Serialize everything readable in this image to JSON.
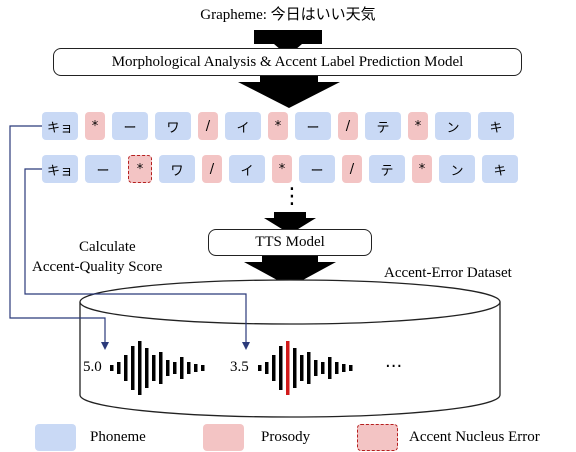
{
  "top": {
    "grapheme_label": "Grapheme: 今日はいい天気"
  },
  "model1": {
    "label": "Morphological Analysis & Accent Label Prediction Model"
  },
  "sequence1": [
    {
      "t": "キョ",
      "k": "phoneme"
    },
    {
      "t": "*",
      "k": "prosody"
    },
    {
      "t": "ー",
      "k": "phoneme"
    },
    {
      "t": "ワ",
      "k": "phoneme"
    },
    {
      "t": "/",
      "k": "prosody"
    },
    {
      "t": "イ",
      "k": "phoneme"
    },
    {
      "t": "*",
      "k": "prosody"
    },
    {
      "t": "ー",
      "k": "phoneme"
    },
    {
      "t": "/",
      "k": "prosody"
    },
    {
      "t": "テ",
      "k": "phoneme"
    },
    {
      "t": "*",
      "k": "prosody"
    },
    {
      "t": "ン",
      "k": "phoneme"
    },
    {
      "t": "キ",
      "k": "phoneme"
    }
  ],
  "sequence2": [
    {
      "t": "キョ",
      "k": "phoneme"
    },
    {
      "t": "ー",
      "k": "phoneme"
    },
    {
      "t": "*",
      "k": "error"
    },
    {
      "t": "ワ",
      "k": "phoneme"
    },
    {
      "t": "/",
      "k": "prosody"
    },
    {
      "t": "イ",
      "k": "phoneme"
    },
    {
      "t": "*",
      "k": "prosody"
    },
    {
      "t": "ー",
      "k": "phoneme"
    },
    {
      "t": "/",
      "k": "prosody"
    },
    {
      "t": "テ",
      "k": "phoneme"
    },
    {
      "t": "*",
      "k": "prosody"
    },
    {
      "t": "ン",
      "k": "phoneme"
    },
    {
      "t": "キ",
      "k": "phoneme"
    }
  ],
  "vertical_ellipsis": "⋮",
  "model2": {
    "label": "TTS Model"
  },
  "score_label": {
    "line1": "Calculate",
    "line2": "Accent-Quality Score"
  },
  "dataset": {
    "label": "Accent-Error Dataset",
    "score1": "5.0",
    "score2": "3.5",
    "ellipsis": "···"
  },
  "colors": {
    "phoneme": "#c9d9f5",
    "prosody": "#f3c4c4",
    "error_border": "#b52020",
    "connector": "#2b3a7a",
    "error_wave": "#d11a1a"
  },
  "legend": {
    "phoneme": "Phoneme",
    "prosody": "Prosody",
    "error": "Accent Nucleus Error"
  }
}
